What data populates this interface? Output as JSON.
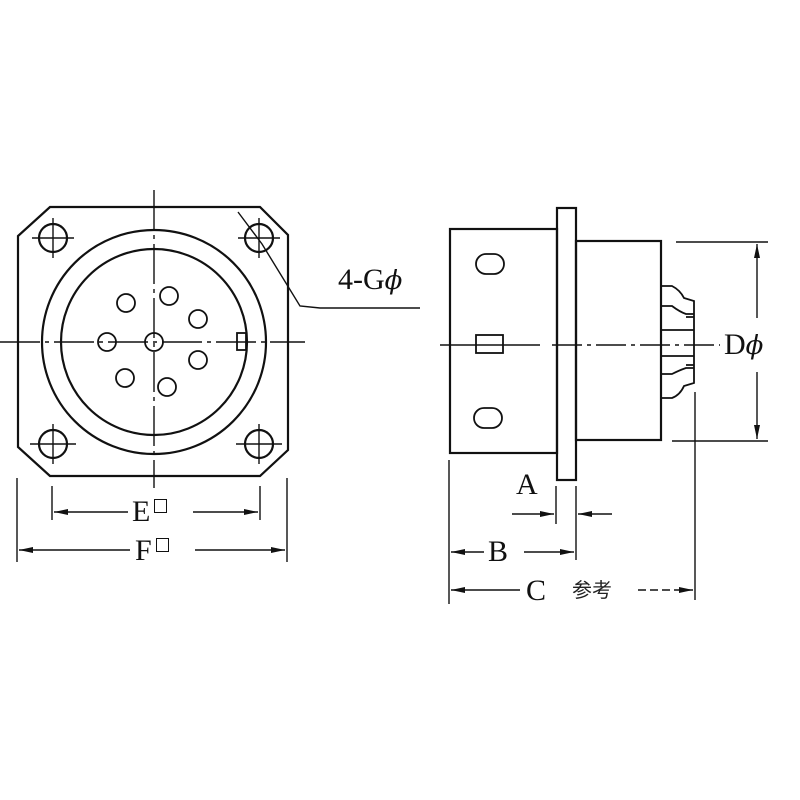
{
  "drawing": {
    "type": "connector dimension drawing",
    "views": [
      "front-view",
      "side-view"
    ],
    "line_color": "#111111",
    "background": "#ffffff"
  },
  "front_view": {
    "mounting_hole_label": "4-G",
    "mounting_hole_symbol": "ϕ",
    "inner_dim_label": "E",
    "outer_dim_label": "F",
    "square_symbol": "□",
    "contact_count": 8
  },
  "side_view": {
    "dim_a": "A",
    "dim_b": "B",
    "dim_c": "C",
    "dim_c_note": "参考",
    "dim_d": "D",
    "diameter_symbol": "ϕ"
  }
}
